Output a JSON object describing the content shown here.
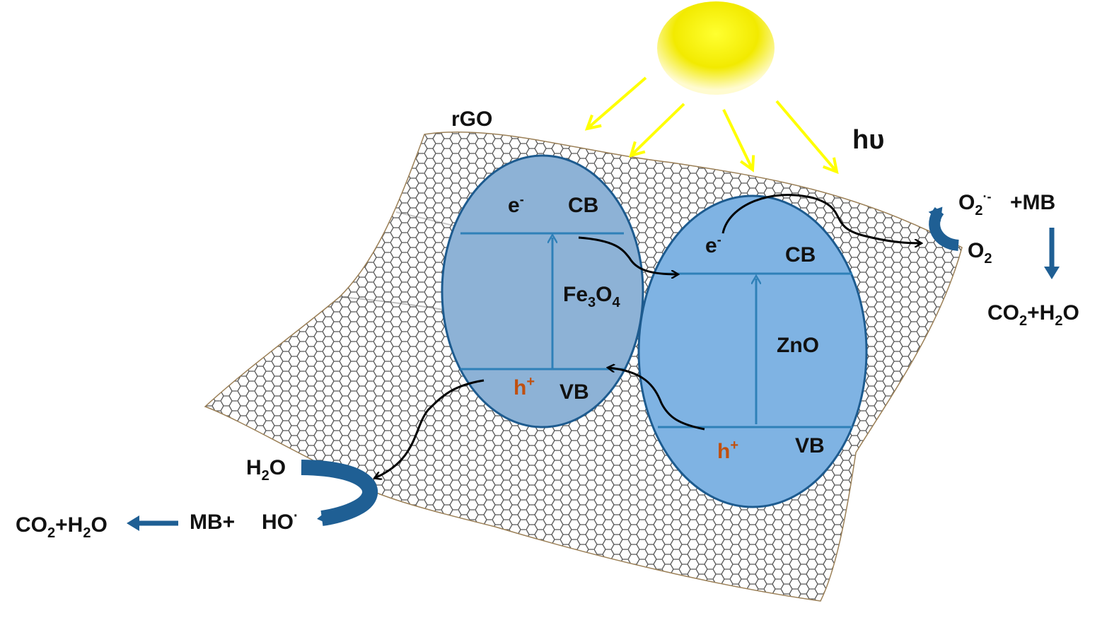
{
  "labels": {
    "rgo": "rGO",
    "photon": "hυ",
    "fe3o4": {
      "electron": "e",
      "electron_sup": "-",
      "cb": "CB",
      "vb": "VB",
      "hole": "h",
      "hole_sup": "+",
      "name": "Fe",
      "name_sub1": "3",
      "name_mid": "O",
      "name_sub2": "4"
    },
    "zno": {
      "electron": "e",
      "electron_sup": "-",
      "cb": "CB",
      "vb": "VB",
      "hole": "h",
      "hole_sup": "+",
      "name": "ZnO"
    },
    "right": {
      "superoxide": "O",
      "superoxide_sub": "2",
      "superoxide_sup": "·-",
      "plus_mb": "+MB",
      "oxygen": "O",
      "oxygen_sub": "2",
      "product_a": "CO",
      "product_sub1": "2",
      "product_b": "+H",
      "product_sub2": "2",
      "product_c": "O"
    },
    "left": {
      "water": "H",
      "water_sub": "2",
      "water_end": "O",
      "hydroxyl": "HO",
      "hydroxyl_sup": "·",
      "mb_plus": "MB+",
      "product_a": "CO",
      "product_sub1": "2",
      "product_b": "+H",
      "product_sub2": "2",
      "product_c": "O"
    }
  },
  "colors": {
    "fe3o4_fill": "#8db2d6",
    "zno_fill": "#7fb3e3",
    "ellipse_stroke": "#1d5b8f",
    "band_line": "#2f80b8",
    "sun_arrow": "#ffff00",
    "cycle_arrow": "#1f5f94",
    "hole_text": "#c0500f",
    "sheet_line": "#3a3a3a"
  },
  "icons": [
    "sun-icon",
    "sun-ray-arrow",
    "electron-transfer-arrow",
    "cycle-arrow-icon"
  ]
}
